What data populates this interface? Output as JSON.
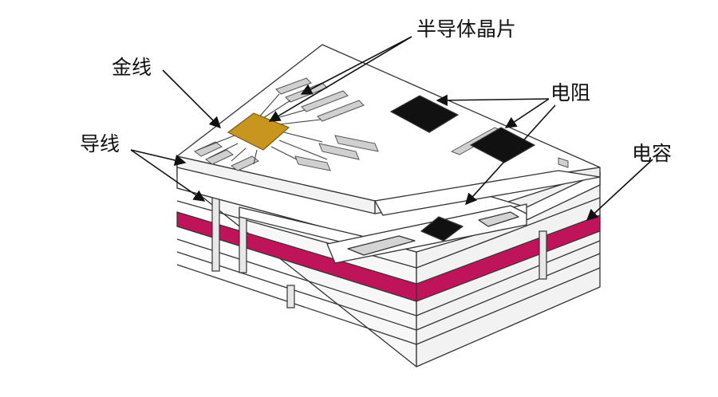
{
  "labels": {
    "chip": "半导体晶片",
    "gold_wire": "金线",
    "lead_wire": "导线",
    "resistor": "电阻",
    "capacitor": "电容"
  },
  "colors": {
    "chip": "#C8951E",
    "capacitor_layer": "#C0145A",
    "resistor": "#111111",
    "outline": "#333333",
    "trace": "#cfcfcf",
    "background": "#ffffff"
  }
}
